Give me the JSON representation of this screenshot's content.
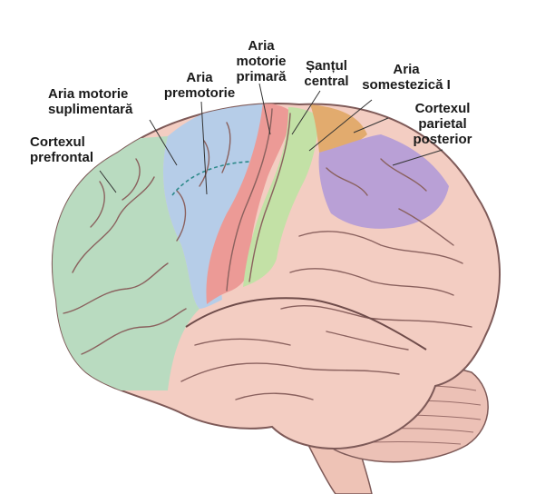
{
  "labels": {
    "prefrontal": [
      "Cortexul",
      "prefrontal"
    ],
    "supplementary": [
      "Aria motorie",
      "suplimentară"
    ],
    "premotor": [
      "Aria",
      "premotorie"
    ],
    "primary_motor": [
      "Aria",
      "motorie",
      "primară"
    ],
    "central_sulcus": [
      "Șanțul",
      "central"
    ],
    "somatosensory": [
      "Aria",
      "somestezică I"
    ],
    "posterior_parietal": [
      "Cortexul",
      "parietal",
      "posterior"
    ]
  },
  "colors": {
    "prefrontal": "#b9dbc0",
    "premotor": "#b6cde8",
    "primary_motor": "#ec9a96",
    "sensory": "#c3e1a6",
    "somatosensory_top": "#e2ab6e",
    "posterior_parietal": "#b9a0d6",
    "brain_base": "#f3cdc2",
    "outline": "#7e5a58"
  }
}
